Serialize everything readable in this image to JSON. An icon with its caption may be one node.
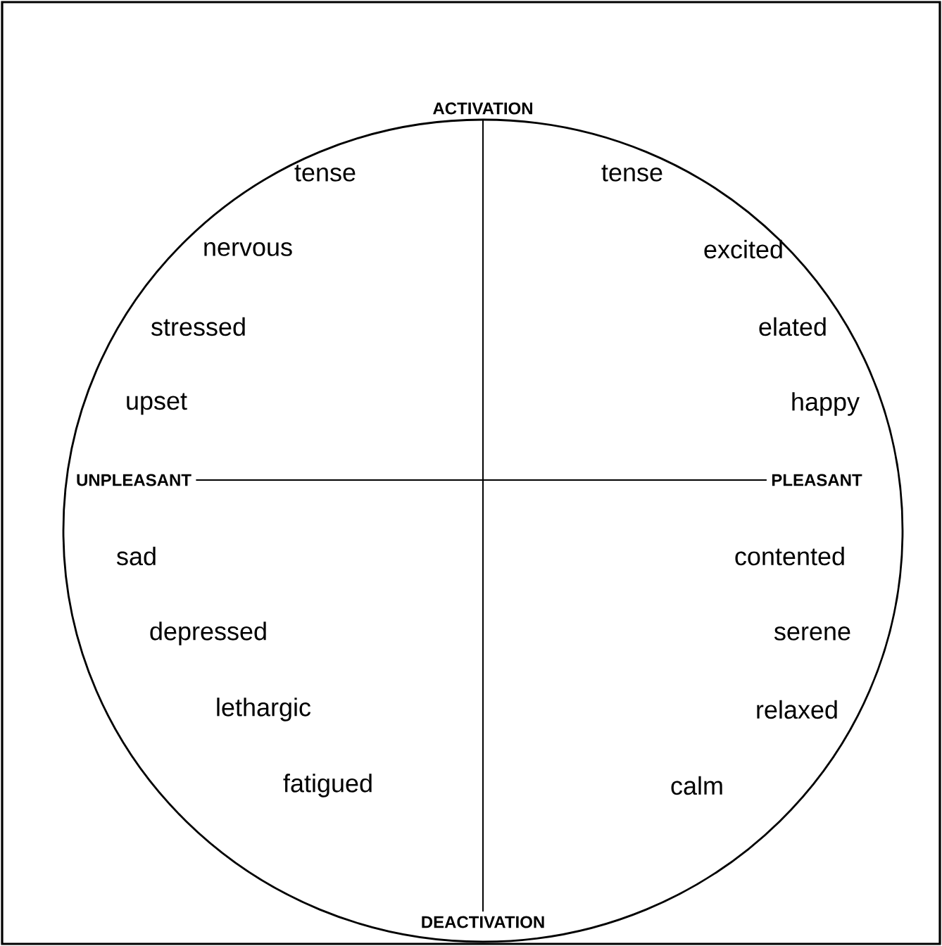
{
  "diagram": {
    "nodes": [
      {
        "text": [
          "ACTIVATION"
        ]
      },
      {
        "text": [
          "UNPLEASANT"
        ]
      },
      {
        "text": [
          "PLEASANT"
        ]
      },
      {
        "text": [
          "DEACTIVATION"
        ]
      }
    ],
    "edges": [
      {
        "from": 0,
        "to": 3,
        "arrow": "none"
      },
      {
        "from": 1,
        "to": 2,
        "arrow": "none"
      }
    ],
    "labels": [
      "tense",
      "tense",
      "nervous",
      "excited",
      "stressed",
      "elated",
      "upset",
      "happy",
      "sad",
      "contented",
      "depressed",
      "serene",
      "lethargic",
      "relaxed",
      "fatigued",
      "calm"
    ]
  }
}
